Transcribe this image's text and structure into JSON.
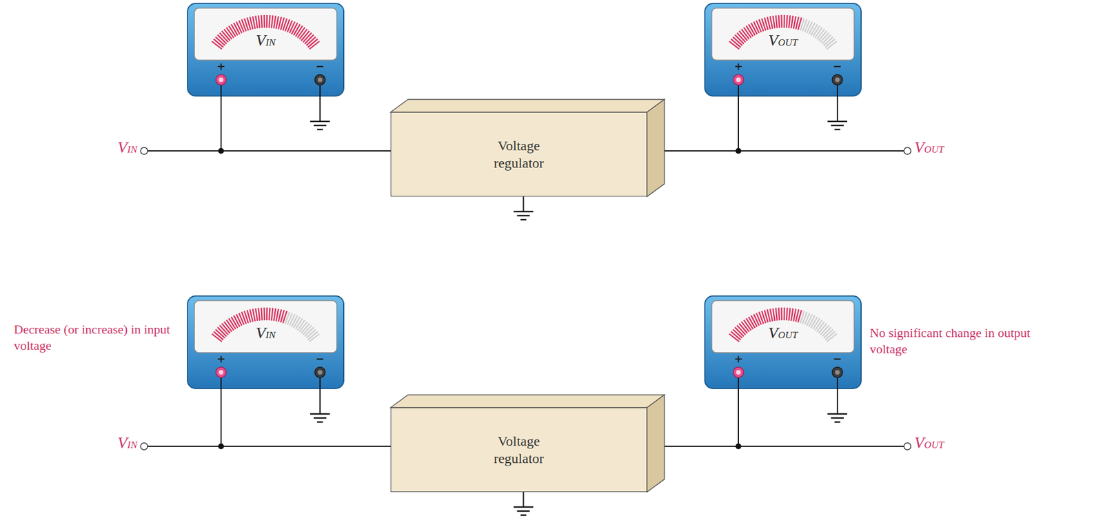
{
  "diagram": {
    "nodes": [
      {
        "text": [
          "VIN"
        ]
      },
      {
        "text": [
          "Voltage regulator"
        ]
      },
      {
        "text": [
          "VOUT"
        ]
      },
      {
        "text": [
          "VIN"
        ]
      },
      {
        "text": [
          "Voltage regulator"
        ]
      },
      {
        "text": [
          "VOUT"
        ]
      }
    ],
    "edges": [
      {
        "from": 0,
        "to": 1,
        "arrow": "none"
      },
      {
        "from": 1,
        "to": 2,
        "arrow": "none"
      },
      {
        "from": 3,
        "to": 4,
        "arrow": "none"
      },
      {
        "from": 4,
        "to": 5,
        "arrow": "none"
      }
    ],
    "labels": [
      "+",
      "−",
      "VIN",
      "+",
      "−",
      "VOUT",
      "Decrease (or increase) in input voltage",
      "+",
      "−",
      "VIN",
      "+",
      "−",
      "VOUT",
      "No significant change in output voltage"
    ]
  }
}
